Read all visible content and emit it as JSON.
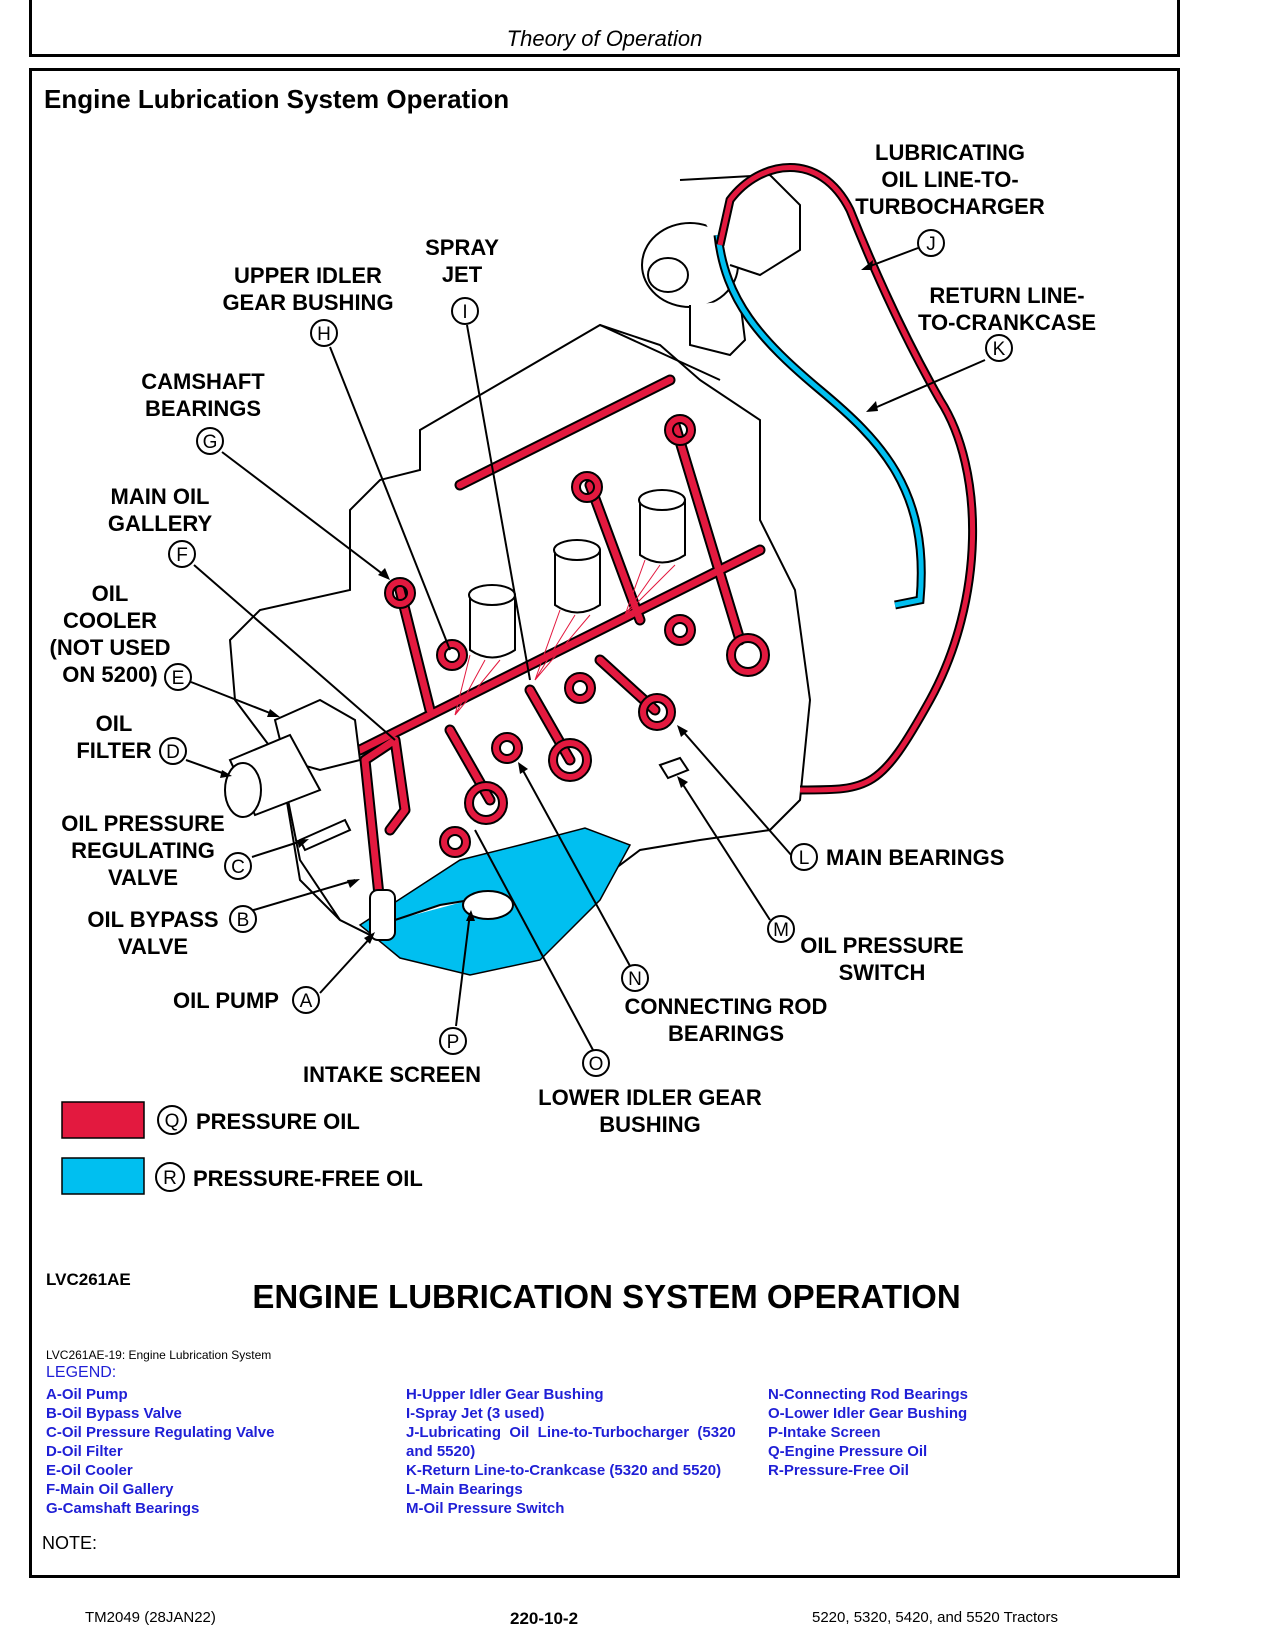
{
  "header": {
    "title": "Theory of Operation"
  },
  "section_title": "Engine Lubrication System Operation",
  "labels": {
    "j": [
      "LUBRICATING",
      "OIL LINE-TO-",
      "TURBOCHARGER"
    ],
    "i": [
      "SPRAY",
      "JET"
    ],
    "h": [
      "UPPER IDLER",
      "GEAR BUSHING"
    ],
    "k": [
      "RETURN LINE-",
      "TO-CRANKCASE"
    ],
    "g": [
      "CAMSHAFT",
      "BEARINGS"
    ],
    "f": [
      "MAIN OIL",
      "GALLERY"
    ],
    "e": [
      "OIL",
      "COOLER",
      "(NOT USED",
      "ON 5200)"
    ],
    "d": [
      "OIL",
      "FILTER"
    ],
    "c": [
      "OIL PRESSURE",
      "REGULATING",
      "VALVE"
    ],
    "b": [
      "OIL BYPASS",
      "VALVE"
    ],
    "a": [
      "OIL PUMP"
    ],
    "l": [
      "MAIN BEARINGS"
    ],
    "m": [
      "OIL PRESSURE",
      "SWITCH"
    ],
    "n": [
      "CONNECTING ROD",
      "BEARINGS"
    ],
    "p": [
      "INTAKE SCREEN"
    ],
    "o": [
      "LOWER IDLER GEAR",
      "BUSHING"
    ],
    "q": [
      "PRESSURE OIL"
    ],
    "r": [
      "PRESSURE-FREE OIL"
    ]
  },
  "letters": [
    "A",
    "B",
    "C",
    "D",
    "E",
    "F",
    "G",
    "H",
    "I",
    "J",
    "K",
    "L",
    "M",
    "N",
    "O",
    "P",
    "Q",
    "R"
  ],
  "colors": {
    "pressure_oil": "#e3193f",
    "pressure_free_oil": "#00bff0",
    "legend_text": "#1f1fd6"
  },
  "figure_id": "LVC261AE",
  "figure_title": "ENGINE LUBRICATION SYSTEM OPERATION",
  "caption": "LVC261AE-19: Engine Lubrication System",
  "legend": {
    "heading": "LEGEND:",
    "col1": [
      "A-Oil Pump",
      "B-Oil Bypass Valve",
      "C-Oil Pressure Regulating Valve",
      "D-Oil Filter",
      "E-Oil Cooler",
      "F-Main Oil Gallery",
      "G-Camshaft Bearings"
    ],
    "col2": [
      "H-Upper Idler Gear Bushing",
      "I-Spray Jet (3 used)",
      "J-Lubricating  Oil  Line-to-Turbocharger  (5320",
      "and 5520)",
      "K-Return Line-to-Crankcase (5320 and 5520)",
      "L-Main Bearings",
      "M-Oil Pressure Switch"
    ],
    "col3": [
      "N-Connecting Rod Bearings",
      "O-Lower Idler Gear Bushing",
      "P-Intake Screen",
      "Q-Engine Pressure Oil",
      "R-Pressure-Free Oil"
    ]
  },
  "note": "NOTE:",
  "footer": {
    "left": "TM2049 (28JAN22)",
    "center": "220-10-2",
    "right": "5220, 5320, 5420, and 5520 Tractors"
  }
}
